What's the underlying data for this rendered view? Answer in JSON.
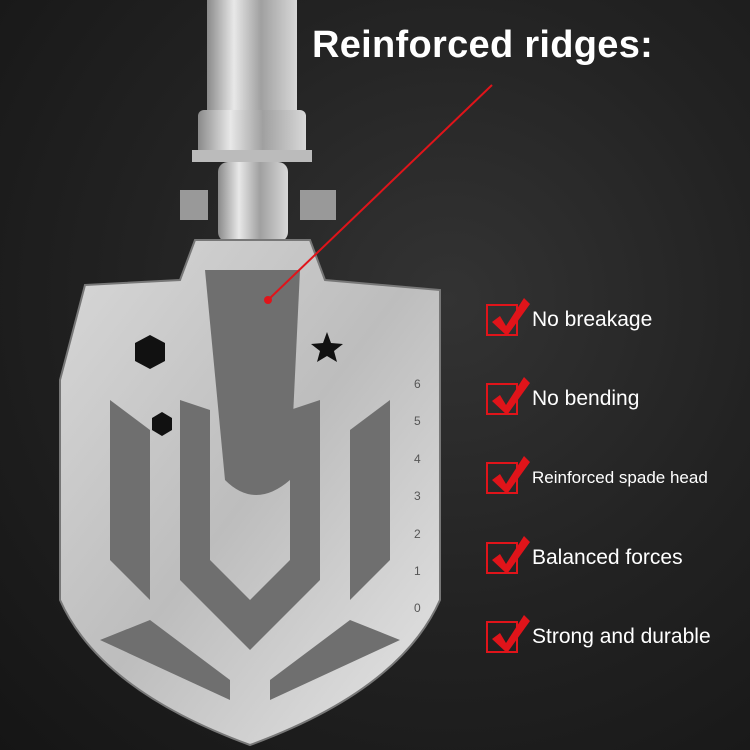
{
  "headline": "Reinforced ridges:",
  "features": [
    {
      "label": "No breakage"
    },
    {
      "label": "No bending"
    },
    {
      "label": "Reinforced spade head"
    },
    {
      "label": "Balanced forces"
    },
    {
      "label": "Strong and durable"
    }
  ],
  "ruler_labels": [
    "0",
    "1",
    "2",
    "3",
    "4",
    "5",
    "6"
  ],
  "colors": {
    "accent": "#e0141a",
    "text": "#ffffff"
  }
}
